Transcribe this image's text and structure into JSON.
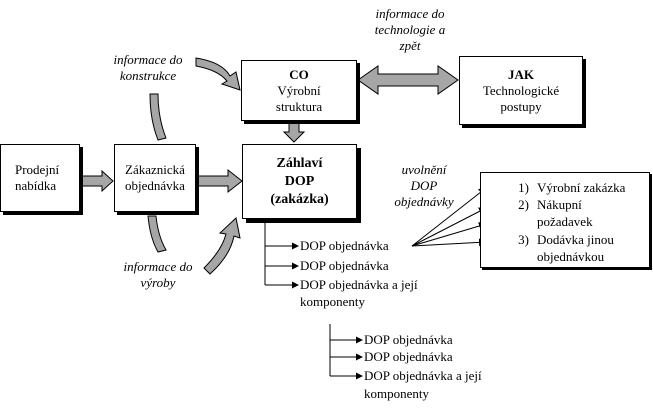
{
  "boxes": {
    "co": {
      "title": "CO",
      "line1": "Výrobní",
      "line2": "struktura"
    },
    "jak": {
      "title": "JAK",
      "line1": "Technologické",
      "line2": "postupy"
    },
    "prodejni": {
      "line1": "Prodejní",
      "line2": "nabídka"
    },
    "zakaznicka": {
      "line1": "Zákaznická",
      "line2": "objednávka"
    },
    "zahlavi": {
      "line1": "Záhlaví",
      "line2": "DOP",
      "line3": "(zakázka)"
    }
  },
  "labels": {
    "info_konstrukce": {
      "line1": "informace do",
      "line2": "konstrukce"
    },
    "info_technologie": {
      "line1": "informace do",
      "line2": "technologie a",
      "line3": "zpět"
    },
    "info_vyroby": {
      "line1": "informace do",
      "line2": "výroby"
    },
    "uvolneni": {
      "line1": "uvolnění",
      "line2": "DOP",
      "line3": "objednávky"
    }
  },
  "tree1": {
    "item1": "DOP objednávka",
    "item2": "DOP objednávka",
    "item3_line1": "DOP objednávka a její",
    "item3_line2": "komponenty"
  },
  "tree2": {
    "item1": "DOP objednávka",
    "item2": "DOP objednávka",
    "item3_line1": "DOP objednávka a její",
    "item3_line2": "komponenty"
  },
  "release_list": [
    {
      "num": "1)",
      "line1": "Výrobní zakázka",
      "line2": ""
    },
    {
      "num": "2)",
      "line1": "Nákupní",
      "line2": "požadavek"
    },
    {
      "num": "3)",
      "line1": "Dodávka jinou",
      "line2": "objednávkou"
    }
  ],
  "colors": {
    "arrow_fill": "#a6a6a6",
    "line": "#000000"
  }
}
